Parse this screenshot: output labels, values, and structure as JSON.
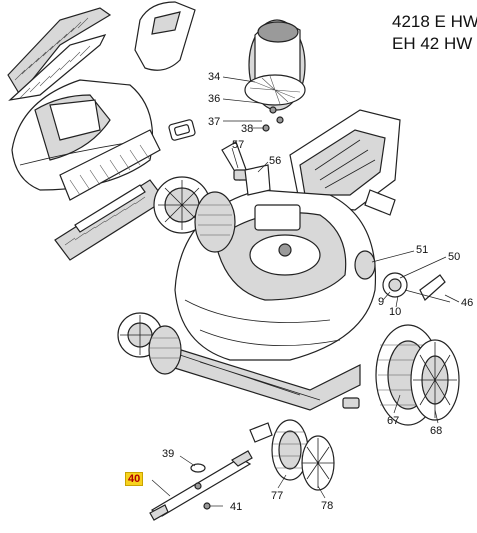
{
  "model_titles": [
    "4218 E HW",
    "EH 42 HW"
  ],
  "callouts": {
    "p34": "34",
    "p36": "36",
    "p37": "37",
    "p38": "38",
    "p57": "57",
    "p56": "56",
    "p51": "51",
    "p50": "50",
    "p9": "9",
    "p46": "46",
    "p10": "10",
    "p67": "67",
    "p68": "68",
    "p39": "39",
    "p40": "40",
    "p41": "41",
    "p77": "77",
    "p78": "78"
  },
  "highlight": {
    "part": "40",
    "color": "#f7d21e"
  }
}
